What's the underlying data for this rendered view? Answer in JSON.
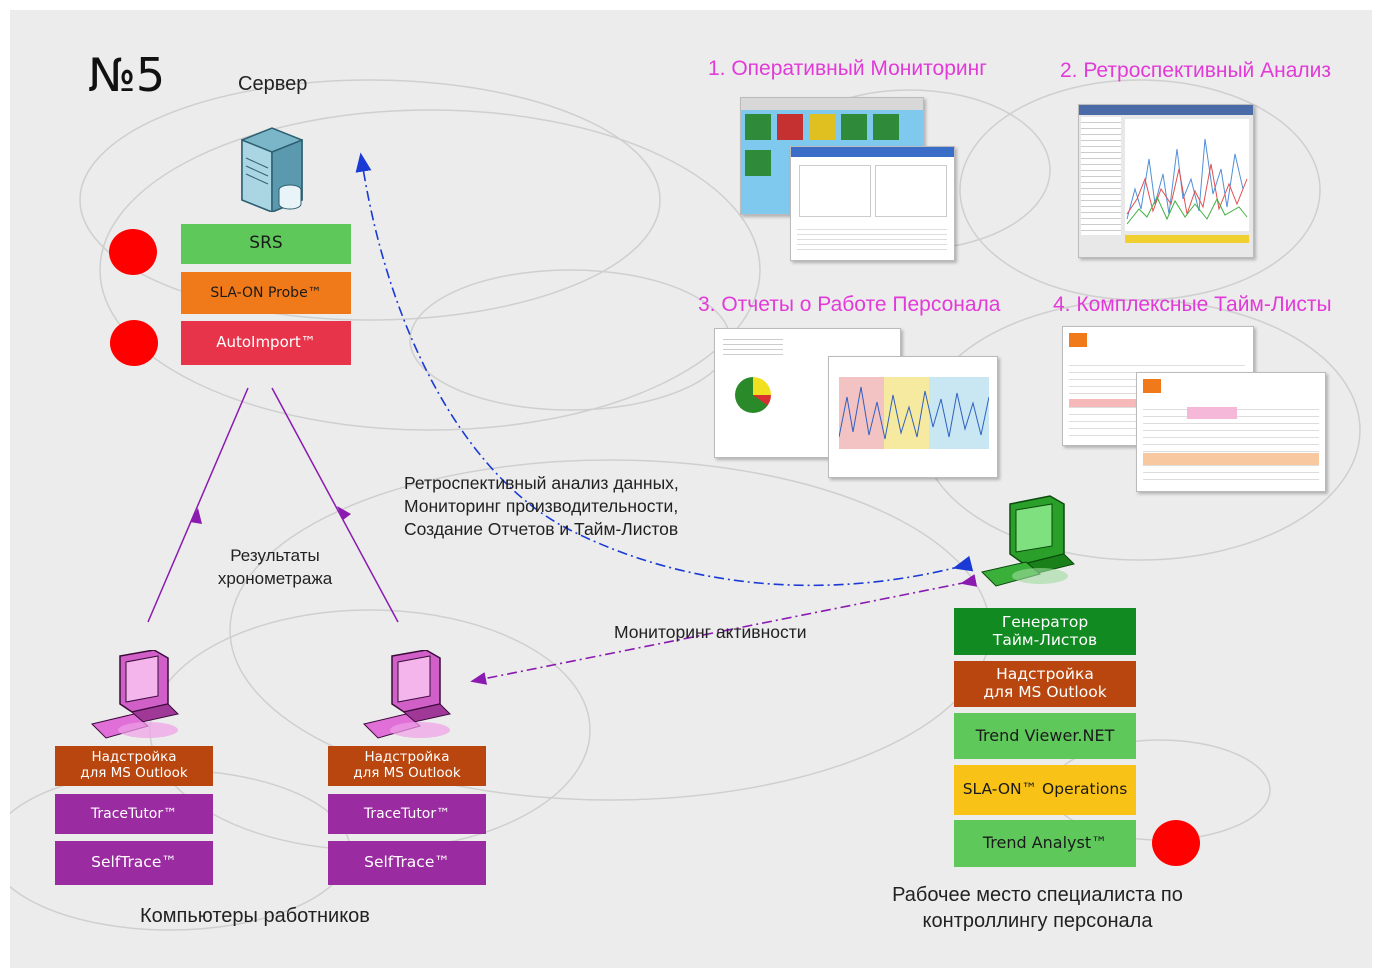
{
  "title": "№5",
  "server": {
    "label": "Сервер",
    "stack": [
      "SRS",
      "SLA-ON Probe™",
      "AutoImport™"
    ]
  },
  "arrows": {
    "results_label": [
      "Результаты",
      "хронометража"
    ],
    "retro_label": [
      "Ретроспективный анализ данных,",
      "Мониторинг производительности,",
      "Создание Отчетов и Тайм-Листов"
    ],
    "monitoring_label": "Мониторинг активности"
  },
  "features": [
    {
      "label": "1. Оперативный Мониторинг"
    },
    {
      "label": "2. Ретроспективный Анализ"
    },
    {
      "label": "3. Отчеты о Работе Персонала"
    },
    {
      "label": "4. Комплексные Тайм-Листы"
    }
  ],
  "workers": {
    "label": "Компьютеры работников",
    "stack": [
      "Надстройка\nдля MS Outlook",
      "TraceTutor™",
      "SelfTrace™"
    ]
  },
  "workstation": {
    "label": [
      "Рабочее место специалиста по",
      "контроллингу персонала"
    ],
    "stack": [
      "Генератор\nТайм-Листов",
      "Надстройка\nдля MS Outlook",
      "Trend Viewer.NET",
      "SLA-ON™ Operations",
      "Trend Analyst™"
    ]
  },
  "colors": {
    "feature_text": "#e23ad8",
    "marker": "#ff0000",
    "retro_arrow": "#1a3ad6",
    "monitor_arrow": "#8a1ab0"
  }
}
